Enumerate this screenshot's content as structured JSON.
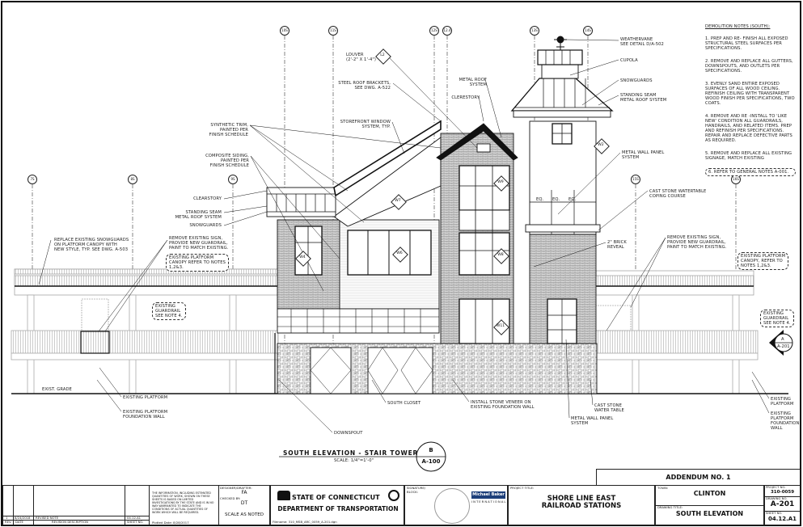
{
  "grid_bubbles": [
    "10S",
    "11S",
    "12S",
    "12.4",
    "13S",
    "14S",
    "7S",
    "8S",
    "9S",
    "15S",
    "16S"
  ],
  "demolition_notes": {
    "title": "DEMOLITION NOTES (SOUTH):",
    "items": [
      "1. PREP AND RE- FINISH ALL EXPOSED STRUCTURAL STEEL SURFACES PER SPECIFICATIONS.",
      "2. REMOVE AND REPLACE ALL GUTTERS, DOWNSPOUTS, AND OUTLETS PER SPECIFICATIONS.",
      "3. EVENLY SAND ENTIRE EXPOSED SURFACES OF ALL WOOD CEILING. REFINISH CEILING WITH TRANSPARENT WOOD FINISH PER SPECIFICATIONS, TWO COATS.",
      "4. REMOVE AND RE -INSTALL TO 'LIKE NEW' CONDITION ALL GUARDRAILS, HANDRAILS, AND RELATED ITEMS. PREP AND REFINISH PER SPECIFICATIONS. REPAIR AND REPLACE DEFECTIVE PARTS AS REQUIRED.",
      "5. REMOVE AND REPLACE ALL EXISTING SIGNAGE, MATCH EXISTING",
      "6. REFER TO GENERAL NOTES A-001."
    ]
  },
  "callouts": {
    "synthetic_trim": "SYNTHETIC TRIM,\nPAINTED PER\nFINISH SCHEDULE",
    "composite_siding": "COMPOSITE SIDING,\nPAINTED PER\nFINISH SCHEDULE",
    "louver": "LOUVER\n(2'-2\" X 1'-4\")",
    "steel_roof_brackets": "STEEL ROOF BRACKETS,\nSEE DWG. A-522",
    "storefront": "STOREFRONT WINDOW\nSYSTEM, TYP.",
    "clearstory_left": "CLEARSTORY",
    "standing_seam_left": "STANDING SEAM\nMETAL ROOF SYSTEM",
    "snowguards_left": "SNOWGUARDS",
    "replace_snowguards": "REPLACE EXISTING SNOWGUARDS\nON PLATFORM CANOPY WITH\nNEW  STYLE, TYP. SEE DWG. A-503",
    "remove_sign_left": "REMOVE EXISTING SIGN,\nPROVIDE NEW GUARDRAIL,\nPAINT TO MATCH EXISTING.",
    "canopy_cloud_left": "EXISTING PLATFORM\nCANOPY REFER TO NOTES\n1,2&3.",
    "guardrail_cloud_left": "EXISTING\nGUARDRAIL\nSEE NOTE 4.",
    "exist_grade": "EXIST. GRADE",
    "existing_platform_left": "EXISTING PLATFORM",
    "foundation_left": "EXISTING PLATFORM\nFOUNDATION WALL",
    "metal_roof": "METAL ROOF\nSYSTEM",
    "clerestory": "CLERESTORY",
    "weathervane": "WEATHERVANE\nSEE DETAIL D/A-502",
    "cupola": "CUPOLA",
    "snowguards_right": "SNOWGUARDS",
    "standing_seam_right": "STANDING SEAM\nMETAL ROOF SYSTEM",
    "metal_wall_panel_upper": "METAL WALL PANEL\nSYSTEM",
    "cast_stone_watertable": "CAST STONE WATERTABLE\nCOPING COURSE",
    "brick_reveal": "2\" BRICK\nREVEAL",
    "remove_sign_right": "REMOVE EXISTING SIGN,\nPROVIDE NEW GUARDRAIL,\nPAINT TO MATCH EXISTING.",
    "canopy_cloud_right": "EXISTING PLATFORM\nCANOPY, REFER TO\nNOTES 1,2&3.",
    "guardrail_cloud_right": "EXISTING\nGUARDRAIL\nSEE NOTE 4.",
    "south_closet": "SOUTH CLOSET",
    "stone_veneer": "INSTALL STONE VENEER ON\nEXISTING FOUNDATION WALL",
    "downspout": "DOWNSPOUT",
    "metal_wall_panel_lower": "METAL WALL PANEL\nSYSTEM",
    "cast_stone_water_table": "CAST STONE\nWATER TABLE",
    "existing_platform_right": "EXISTING\nPLATFORM",
    "foundation_right": "EXISTING\nPLATFORM\nFOUNDATION\nWALL",
    "eq": "EQ."
  },
  "tags": {
    "louver": "L2",
    "w7": "W7",
    "w6": "W6",
    "w4": "W4",
    "w9": "W9",
    "w8": "W8",
    "w11": "W11",
    "w2": "W2",
    "revision": "1"
  },
  "section_marker": {
    "letter": "A",
    "sheet": "A-201"
  },
  "view_title": {
    "title": "SOUTH ELEVATION  - STAIR TOWER",
    "scale": "SCALE: 1/4\"=1'-0\"",
    "detail": "B",
    "sheet": "A-100"
  },
  "addendum": "ADDENDUM  NO. 1",
  "title_block": {
    "revisions": [
      {
        "rev": "1",
        "date": "8/24/2018",
        "description": "REVISED NOTE",
        "sheet": "04.12.A1"
      }
    ],
    "rev_headers": [
      "REV.",
      "DATE",
      "REVISION DESCRIPTION",
      "SHEET NO."
    ],
    "disclaimer": "THE INFORMATION, INCLUDING ESTIMATED QUANTITIES OF WORK, SHOWN ON THESE SHEETS IS BASED ON LIMITED INVESTIGATIONS BY THE STATE AND IS IN NO WAY WARRANTED TO INDICATE THE CONDITIONS OF ACTUAL QUANTITIES OF WORK WHICH WILL BE REQUIRED.",
    "plotted": "Plotted Date: 8/28/2017",
    "designer_label": "DESIGNER/DRAFTER:",
    "designer": "FA",
    "checked_label": "CHECKED BY:",
    "checked": "DT",
    "scale": "SCALE AS NOTED",
    "agency_line1": "STATE OF CONNECTICUT",
    "agency_line2": "DEPARTMENT OF TRANSPORTATION",
    "filename": "Filename: 310_MSB_ARC_0059_A-201.dgn",
    "signature_label": "SIGNATURE/ BLOCK:",
    "firm": "Michael Baker",
    "firm_sub": "INTERNATIONAL",
    "project_title_label": "PROJECT TITLE:",
    "project_title": "SHORE LINE EAST\nRAILROAD STATIONS",
    "town_label": "TOWN:",
    "town": "CLINTON",
    "drawing_title_label": "DRAWING TITLE:",
    "drawing_title": "SOUTH  ELEVATION",
    "project_no_label": "PROJECT NO.",
    "project_no": "310-0059",
    "drawing_no_label": "DRAWING NO.",
    "drawing_no": "A-201",
    "sheet_no_label": "SHEET NO.",
    "sheet_no": "04.12.A1"
  },
  "colors": {
    "line": "#111111",
    "brick": "#9a9a9a",
    "stone": "#b5b5b5",
    "existing": "#a8a8a8",
    "brand": "#1d3f7a"
  }
}
